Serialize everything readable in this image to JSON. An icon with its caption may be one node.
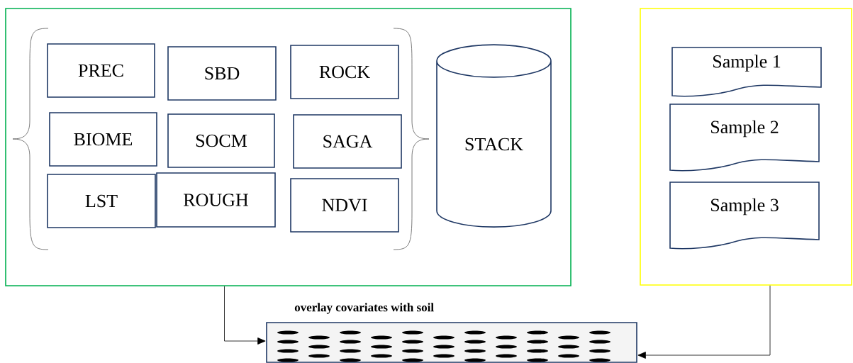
{
  "diagram": {
    "nodes": [
      {
        "text": [],
        "shape": "box"
      },
      {
        "text": [
          "PREC"
        ],
        "in": 0
      },
      {
        "text": [
          "SBD"
        ],
        "in": 0
      },
      {
        "text": [
          "ROCK"
        ],
        "in": 0
      },
      {
        "text": [
          "BIOME"
        ],
        "in": 0
      },
      {
        "text": [
          "SOCM"
        ],
        "in": 0
      },
      {
        "text": [
          "SAGA"
        ],
        "in": 0
      },
      {
        "text": [
          "LST"
        ],
        "in": 0
      },
      {
        "text": [
          "ROUGH"
        ],
        "in": 0
      },
      {
        "text": [
          "NDVI"
        ],
        "in": 0
      },
      {
        "text": [
          "STACK"
        ],
        "in": 0
      },
      {
        "text": [],
        "shape": "box"
      },
      {
        "text": [
          "Sample 1"
        ],
        "in": 11
      },
      {
        "text": [
          "Sample 2"
        ],
        "in": 11
      },
      {
        "text": [
          "Sample 3"
        ],
        "in": 11
      },
      {
        "text": [
          "overlay covariates with soil"
        ]
      }
    ],
    "edges": [
      {
        "from": 0,
        "to": 15,
        "arrow": "to"
      },
      {
        "from": 11,
        "to": 15,
        "arrow": "to"
      }
    ]
  }
}
